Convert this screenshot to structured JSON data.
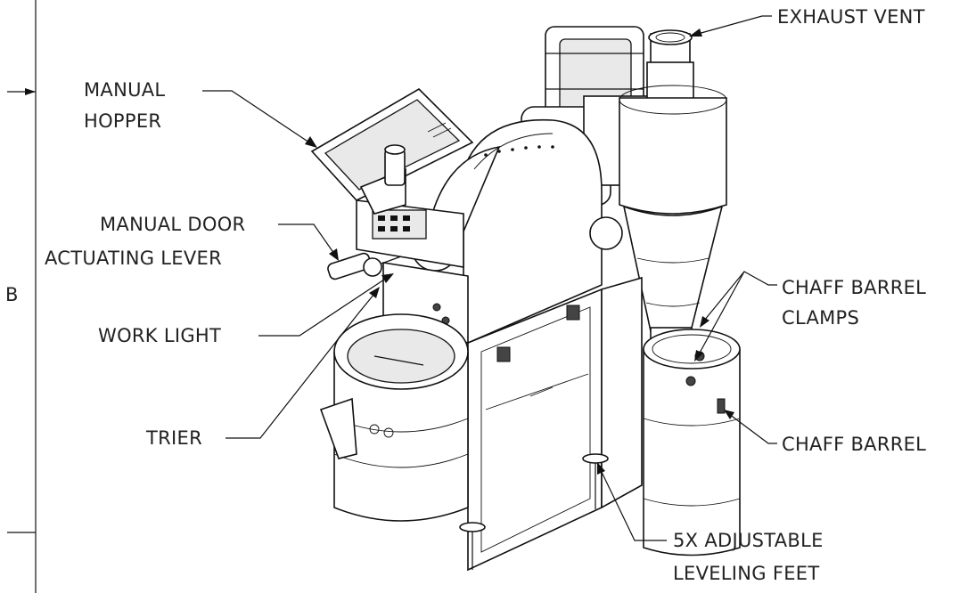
{
  "zone_letter": "B",
  "labels": {
    "exhaust_vent": "EXHAUST VENT",
    "manual_hopper_1": "MANUAL",
    "manual_hopper_2": "HOPPER",
    "manual_door_1": "MANUAL DOOR",
    "manual_door_2": "ACTUATING LEVER",
    "work_light": "WORK LIGHT",
    "trier": "TRIER",
    "chaff_barrel_clamps_1": "CHAFF BARREL",
    "chaff_barrel_clamps_2": "CLAMPS",
    "chaff_barrel": "CHAFF BARREL",
    "leveling_feet_1": "5X ADJUSTABLE",
    "leveling_feet_2": "LEVELING FEET"
  },
  "colors": {
    "ink": "#111111",
    "text": "#222222",
    "background": "#ffffff"
  }
}
